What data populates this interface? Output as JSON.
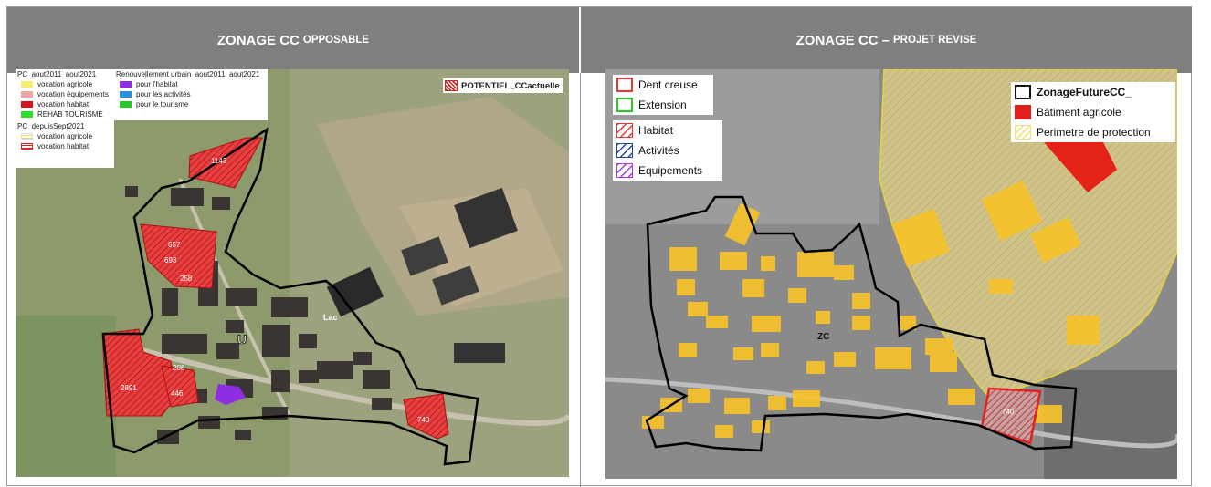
{
  "left_panel": {
    "title_big": "ZONAGE CC",
    "title_small": "OPPOSABLE",
    "legend": {
      "group1_title": "PC_aout2011_aout2021",
      "group1_items": [
        {
          "label": "vocation agricole",
          "color": "#f5ee72"
        },
        {
          "label": "vocation équipements",
          "color": "#f0a5a5"
        },
        {
          "label": "vocation habitat",
          "color": "#d4151c"
        },
        {
          "label": "REHAB TOURISME",
          "color": "#2edd2e"
        }
      ],
      "group2_title": "PC_depuisSept2021",
      "group2_items": [
        {
          "label": "vocation agricole"
        },
        {
          "label": "vocation habitat"
        }
      ],
      "group3_title": "Renouvellement urbain_aout2011_aout2021",
      "group3_items": [
        {
          "label": "pour l'habitat",
          "color": "#8e2ee0"
        },
        {
          "label": "pour les activités",
          "color": "#2f8fdc"
        },
        {
          "label": "pour le tourisme",
          "color": "#27c92c"
        }
      ],
      "potentiel_label": "POTENTIEL_CCactuelle"
    },
    "map_labels": {
      "zone_u": "U",
      "lieu": "Lac",
      "parcels": [
        "1143",
        "657",
        "693",
        "258",
        "2891",
        "208",
        "446",
        "740"
      ]
    }
  },
  "right_panel": {
    "title_big": "ZONAGE CC",
    "title_dash": "–",
    "title_small": "PROJET REVISE",
    "legend_left": [
      {
        "label": "Dent creuse",
        "style": "outline",
        "color": "#e33333"
      },
      {
        "label": "Extension",
        "style": "outline",
        "color": "#22cc22"
      },
      {
        "label": "Habitat",
        "style": "hatch",
        "color": "#e33333"
      },
      {
        "label": "Activités",
        "style": "hatch",
        "color": "#2244aa"
      },
      {
        "label": "Equipements",
        "style": "hatch",
        "color": "#aa33ee"
      }
    ],
    "legend_right": [
      {
        "label": "ZonageFutureCC_",
        "style": "outline",
        "color": "#111111"
      },
      {
        "label": "Bâtiment agricole",
        "style": "solid",
        "color": "#e0201c"
      },
      {
        "label": "Perimetre de protection",
        "style": "hatch",
        "color": "#f0e060"
      }
    ],
    "map_labels": {
      "zone": "ZC",
      "parcel": "740"
    }
  }
}
